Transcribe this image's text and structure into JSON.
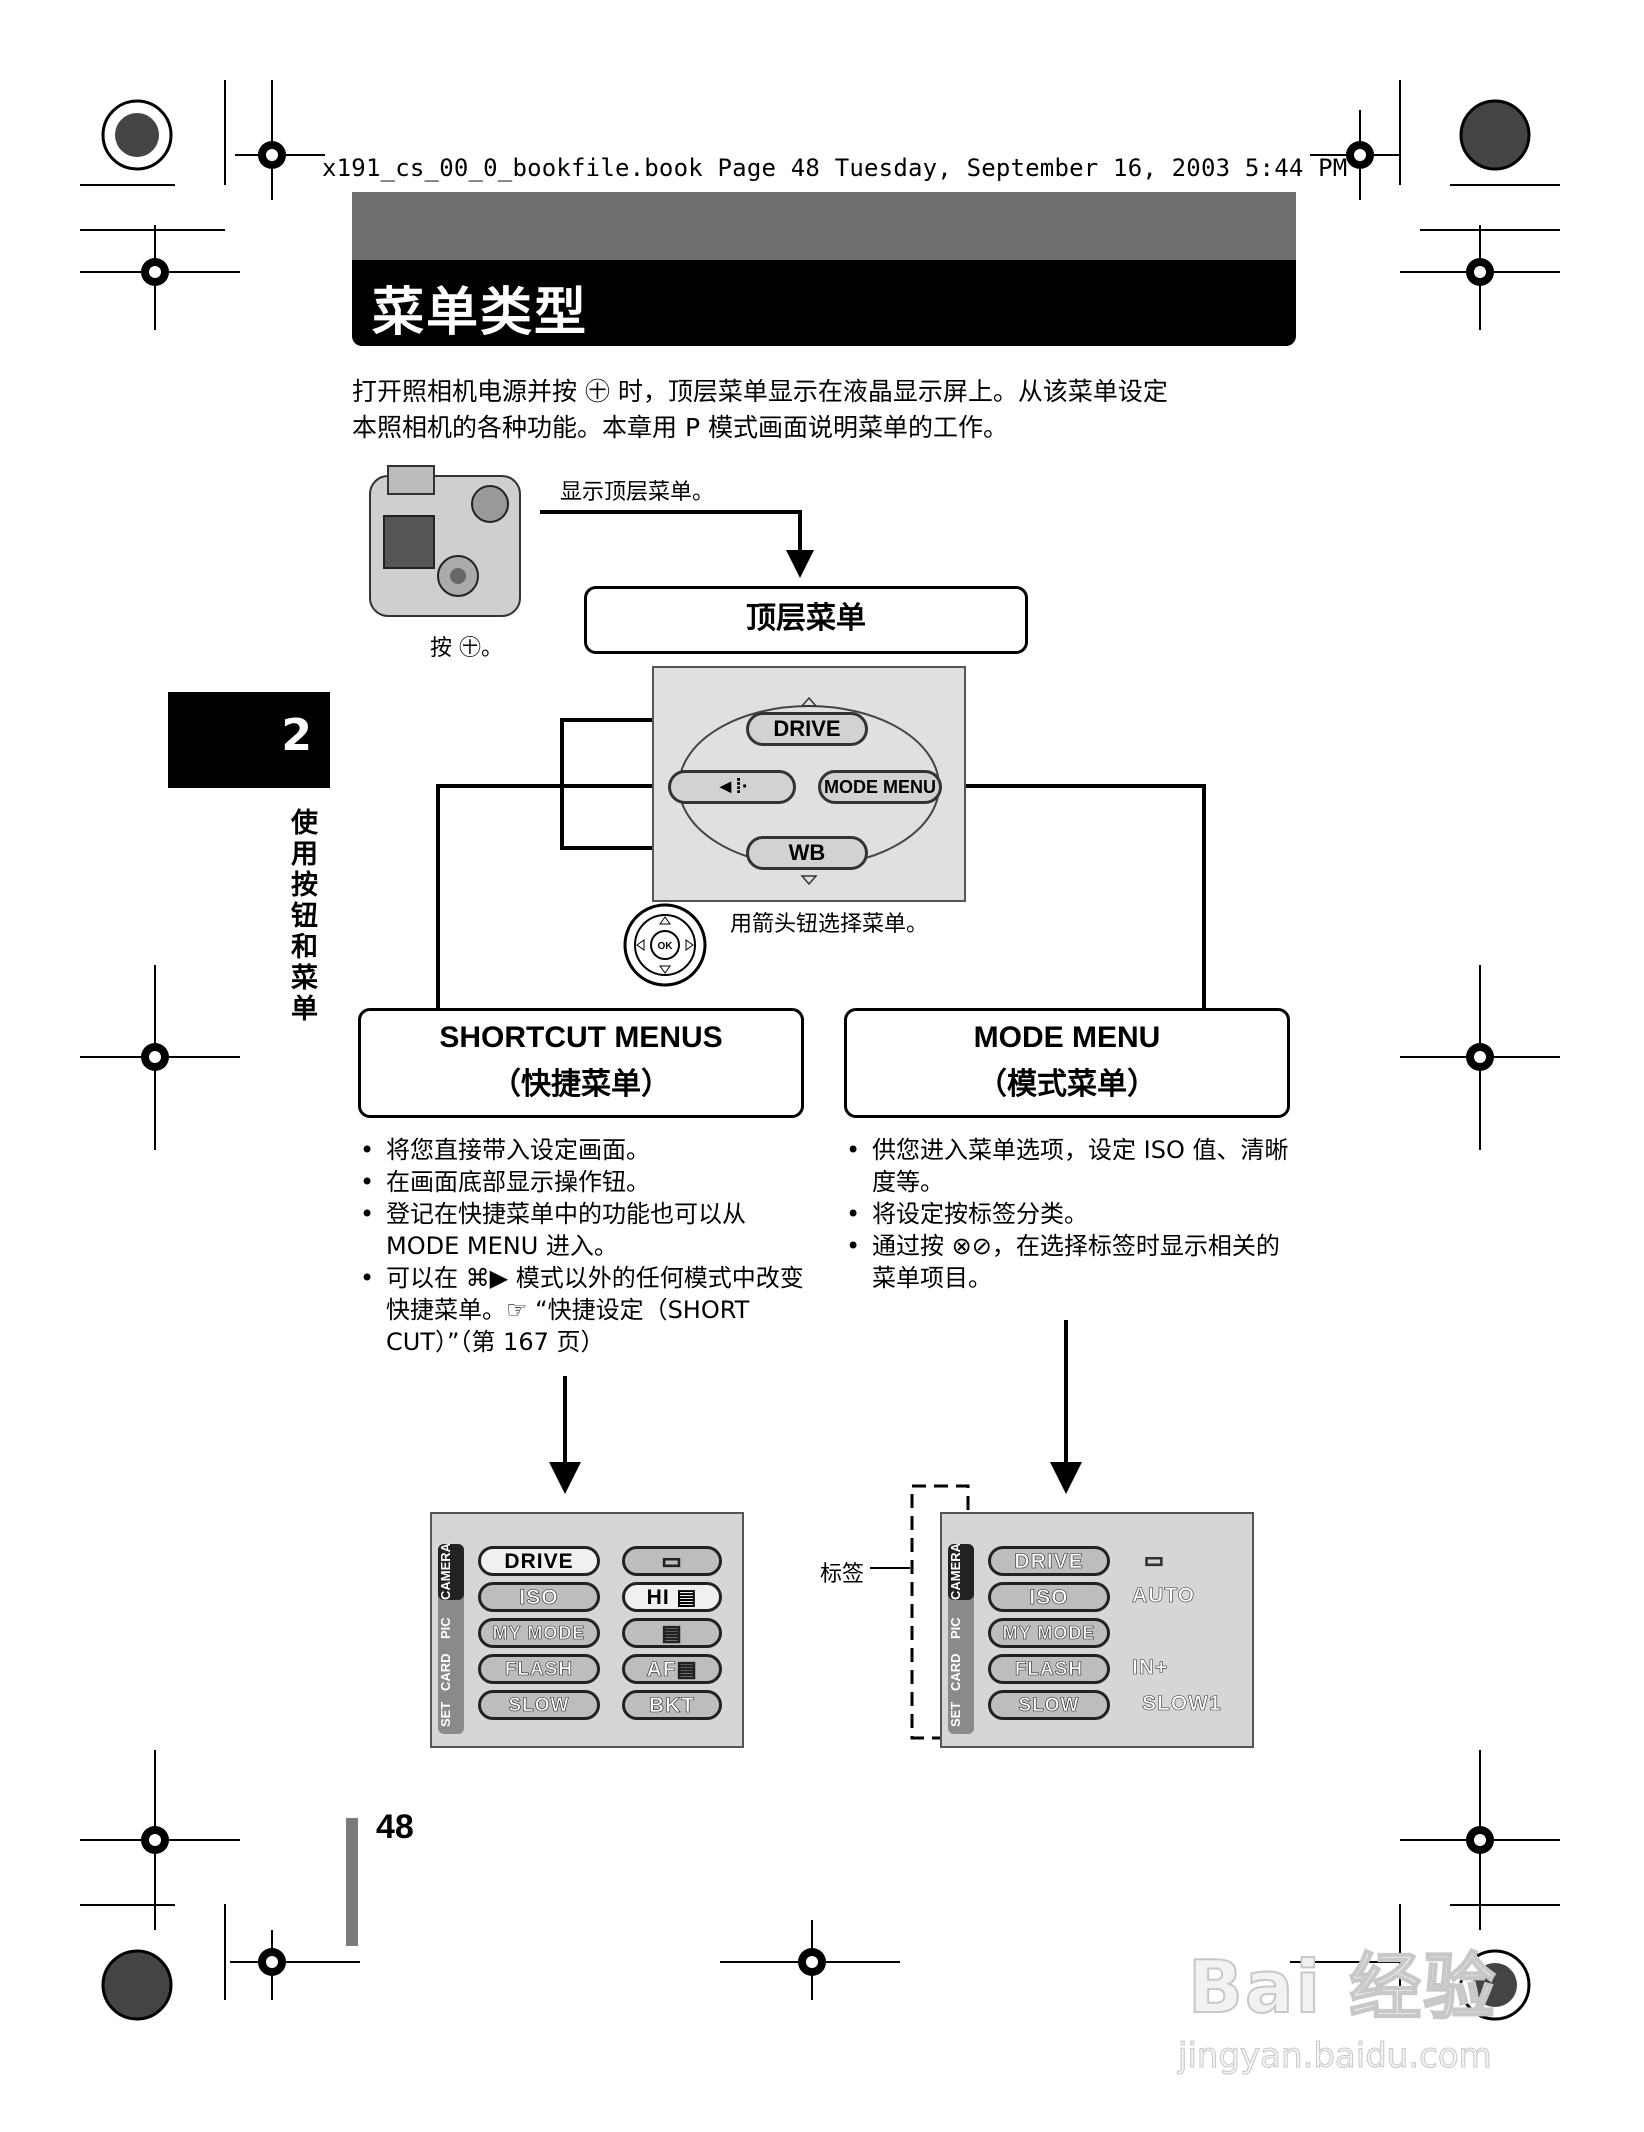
{
  "header": {
    "file_line": "x191_cs_00_0_bookfile.book  Page 48  Tuesday, September 16, 2003  5:44 PM",
    "title": "菜单类型"
  },
  "intro": {
    "line1": "打开照相机电源并按 ㊉ 时，顶层菜单显示在液晶显示屏上。从该菜单设定",
    "line2": "本照相机的各种功能。本章用 P 模式画面说明菜单的工作。"
  },
  "sidebar": {
    "chapter_number": "2",
    "chapter_title": "使用按钮和菜单"
  },
  "diagram": {
    "show_top_menu_label": "显示顶层菜单。",
    "press_label": "按 ㊉。",
    "top_menu_box": "顶层菜单",
    "arrow_select_label": "用箭头钮选择菜单。",
    "top_lcd": {
      "up": "DRIVE",
      "left": "◄⁞·",
      "right": "MODE MENU",
      "down": "WB"
    },
    "tag_label": "标签"
  },
  "shortcut": {
    "title_en": "SHORTCUT MENUS",
    "title_cn": "（快捷菜单）",
    "bullets": [
      "将您直接带入设定画面。",
      "在画面底部显示操作钮。",
      "登记在快捷菜单中的功能也可以从 MODE MENU 进入。",
      "可以在 ⌘▶ 模式以外的任何模式中改变快捷菜单。☞ “快捷设定（SHORT CUT）”（第 167 页）"
    ]
  },
  "mode": {
    "title_en": "MODE MENU",
    "title_cn": "（模式菜单）",
    "bullets": [
      "供您进入菜单选项，设定 ISO 值、清晰度等。",
      "将设定按标签分类。",
      "通过按 ⊗⊘，在选择标签时显示相关的菜单项目。"
    ]
  },
  "lcd_tabs": [
    "CAMERA",
    "PIC",
    "CARD",
    "SET"
  ],
  "lcd_shortcut": {
    "left": [
      "DRIVE",
      "ISO",
      "MY MODE",
      "FLASH",
      "SLOW"
    ],
    "right": [
      "▭",
      "HI ▤",
      "▤",
      "AF▤",
      "BKT"
    ]
  },
  "lcd_mode": {
    "left": [
      "DRIVE",
      "ISO",
      "MY MODE",
      "FLASH",
      "SLOW"
    ],
    "values": [
      "▭",
      "AUTO",
      "",
      "IN+",
      "SLOW1"
    ]
  },
  "footer": {
    "page_number": "48"
  },
  "watermark": {
    "main": "Bai 经验",
    "sub": "jingyan.baidu.com"
  }
}
